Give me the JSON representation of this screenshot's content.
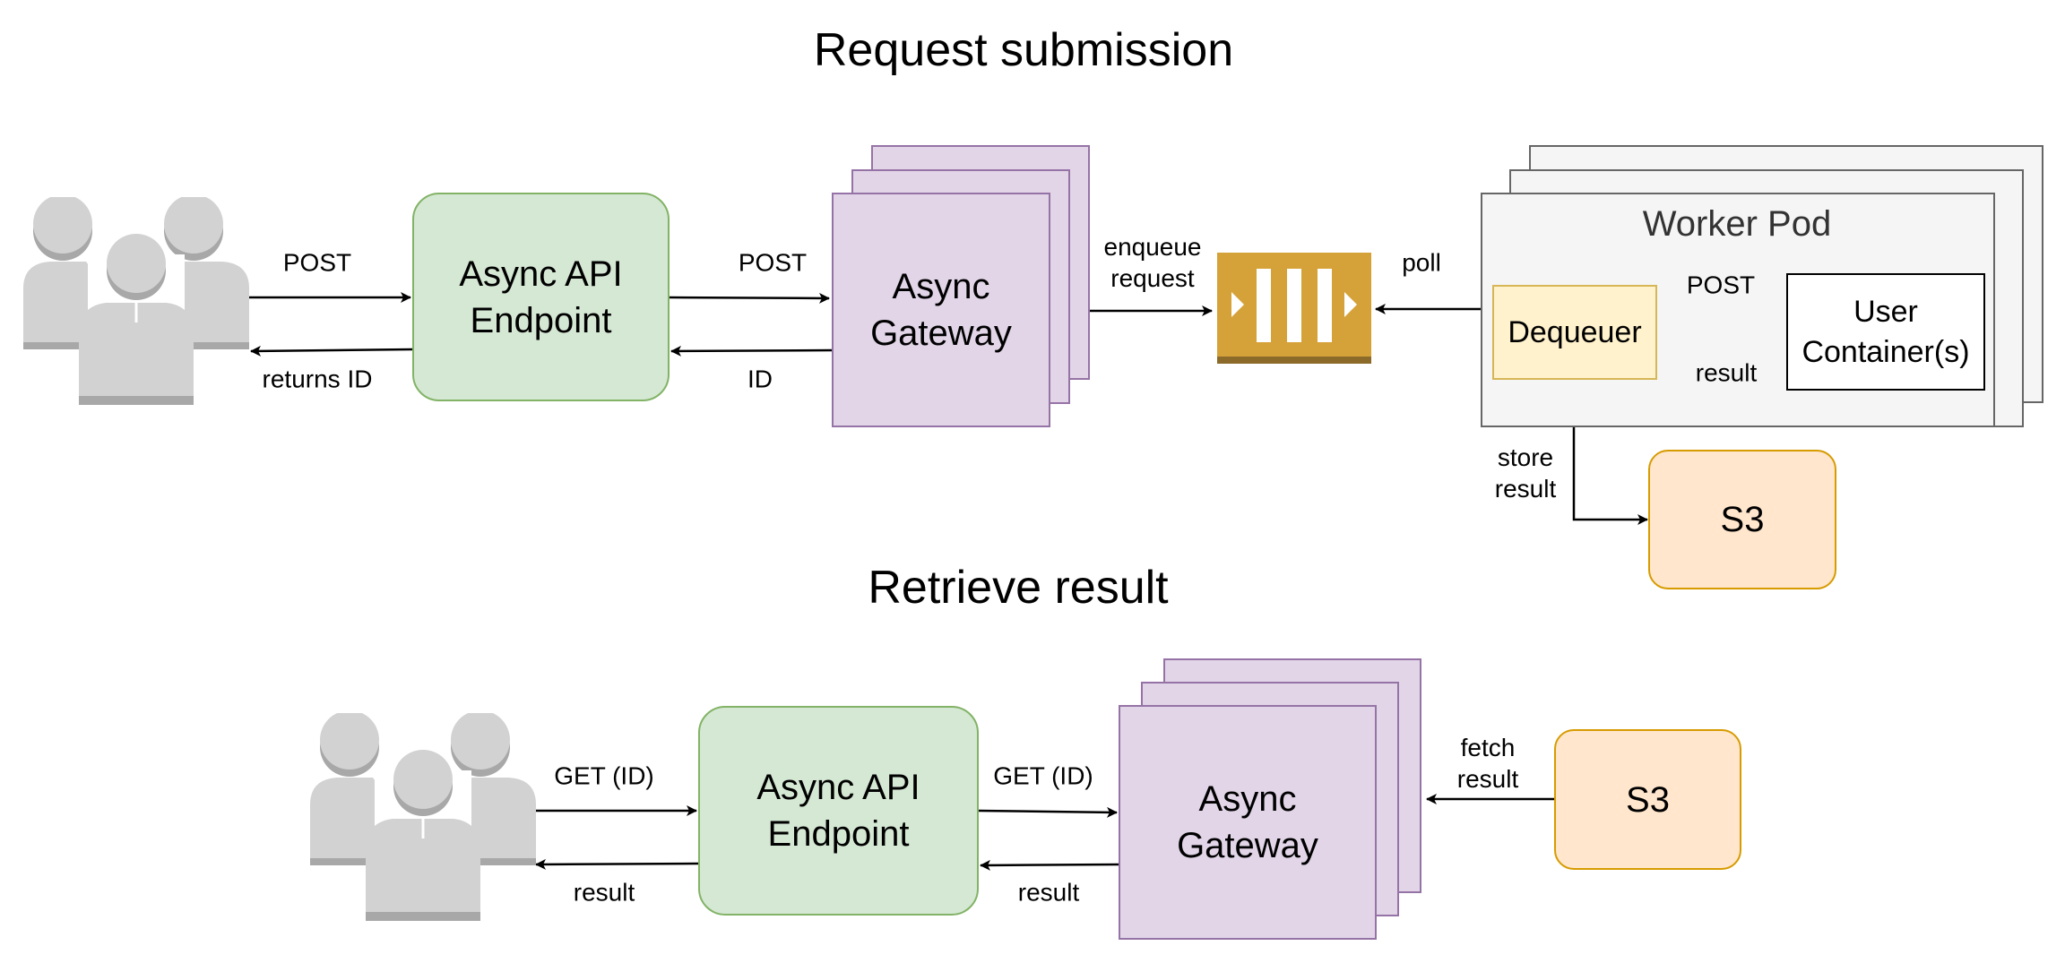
{
  "titles": {
    "submission": "Request submission",
    "retrieve": "Retrieve result"
  },
  "submission": {
    "users_icon": "users-icon",
    "api_endpoint": "Async API\nEndpoint",
    "gateway": "Async\nGateway",
    "queue_icon": "queue-icon",
    "worker_pod": {
      "title": "Worker Pod",
      "dequeuer": "Dequeuer",
      "user_container": "User\nContainer(s)"
    },
    "s3": "S3",
    "edges": {
      "users_post": "POST",
      "returns_id": "returns ID",
      "api_post": "POST",
      "gateway_id": "ID",
      "enqueue": "enqueue\nrequest",
      "poll": "poll",
      "deq_post": "POST",
      "uc_result": "result",
      "store_result": "store\nresult"
    }
  },
  "retrieve": {
    "users_icon": "users-icon",
    "api_endpoint": "Async API\nEndpoint",
    "gateway": "Async\nGateway",
    "s3": "S3",
    "edges": {
      "users_get": "GET (ID)",
      "api_result": "result",
      "api_get": "GET (ID)",
      "gateway_result": "result",
      "fetch_result": "fetch\nresult"
    }
  },
  "colors": {
    "api_fill": "#d5e8d4",
    "gateway_fill": "#e1d5e7",
    "s3_fill": "#ffe6cc",
    "dequeuer_fill": "#fff2cc",
    "queue_fill": "#d5a23a",
    "users_fill": "#d2d2d2"
  }
}
